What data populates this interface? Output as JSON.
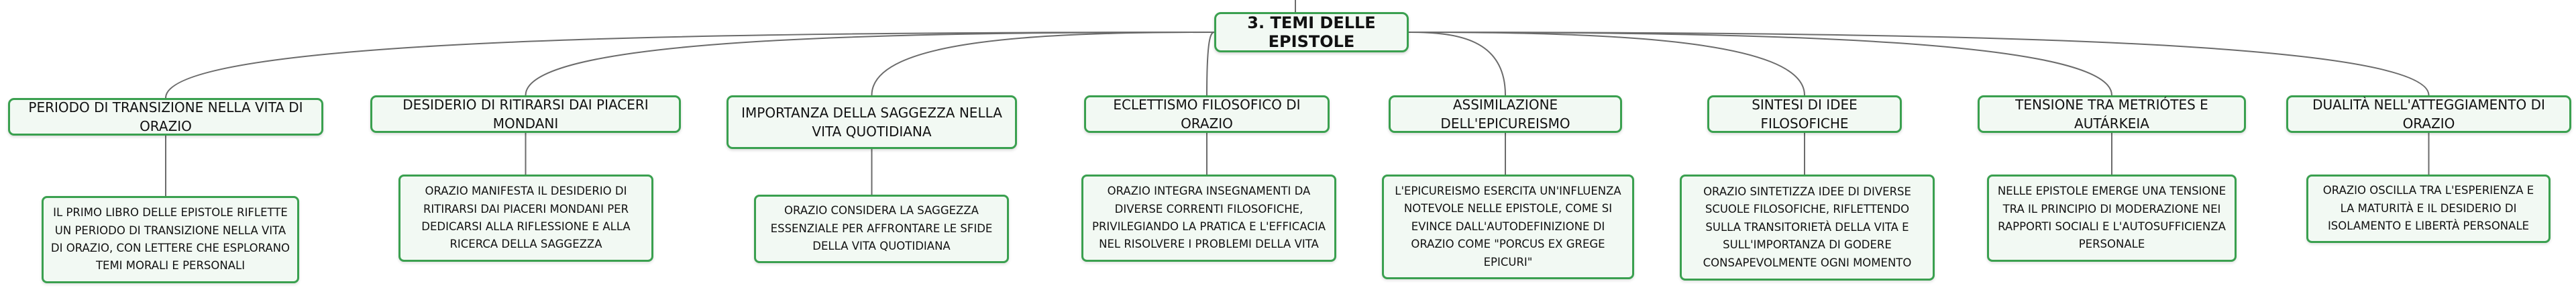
{
  "diagram": {
    "type": "mind-map",
    "root": {
      "label": "3. TEMI DELLE EPISTOLE"
    },
    "colors": {
      "border": "#3aa04f",
      "fill": "#f2f9f3",
      "edge": "#6b6b6b"
    },
    "branches": [
      {
        "label": "PERIODO DI TRANSIZIONE NELLA VITA DI ORAZIO",
        "detail": "IL PRIMO LIBRO DELLE EPISTOLE RIFLETTE UN PERIODO DI TRANSIZIONE NELLA VITA DI ORAZIO, CON LETTERE CHE ESPLORANO TEMI MORALI E PERSONALI"
      },
      {
        "label": "DESIDERIO DI RITIRARSI DAI PIACERI MONDANI",
        "detail": "ORAZIO MANIFESTA IL DESIDERIO DI RITIRARSI DAI PIACERI MONDANI PER DEDICARSI ALLA RIFLESSIONE E ALLA RICERCA DELLA SAGGEZZA"
      },
      {
        "label": "IMPORTANZA DELLA SAGGEZZA NELLA VITA QUOTIDIANA",
        "detail": "ORAZIO CONSIDERA LA SAGGEZZA ESSENZIALE PER AFFRONTARE LE SFIDE DELLA VITA QUOTIDIANA"
      },
      {
        "label": "ECLETTISMO FILOSOFICO DI ORAZIO",
        "detail": "ORAZIO INTEGRA INSEGNAMENTI DA DIVERSE CORRENTI FILOSOFICHE, PRIVILEGIANDO LA PRATICA E L'EFFICACIA NEL RISOLVERE I PROBLEMI DELLA VITA"
      },
      {
        "label": "ASSIMILAZIONE DELL'EPICUREISMO",
        "detail": "L'EPICUREISMO ESERCITA UN'INFLUENZA NOTEVOLE NELLE EPISTOLE, COME SI EVINCE DALL'AUTODEFINIZIONE DI ORAZIO COME \"PORCUS EX GREGE EPICURI\""
      },
      {
        "label": "SINTESI DI IDEE FILOSOFICHE",
        "detail": "ORAZIO SINTETIZZA IDEE DI DIVERSE SCUOLE FILOSOFICHE, RIFLETTENDO SULLA TRANSITORIETÀ DELLA VITA E SULL'IMPORTANZA DI GODERE CONSAPEVOLMENTE OGNI MOMENTO"
      },
      {
        "label": "TENSIONE TRA METRIÓTES E AUTÁRKEIA",
        "detail": "NELLE EPISTOLE EMERGE UNA TENSIONE TRA IL PRINCIPIO DI MODERAZIONE NEI RAPPORTI SOCIALI E L'AUTOSUFFICIENZA PERSONALE"
      },
      {
        "label": "DUALITÀ NELL'ATTEGGIAMENTO DI ORAZIO",
        "detail": "ORAZIO OSCILLA TRA L'ESPERIENZA E LA MATURITÀ E IL DESIDERIO DI ISOLAMENTO E LIBERTÀ PERSONALE"
      }
    ]
  }
}
